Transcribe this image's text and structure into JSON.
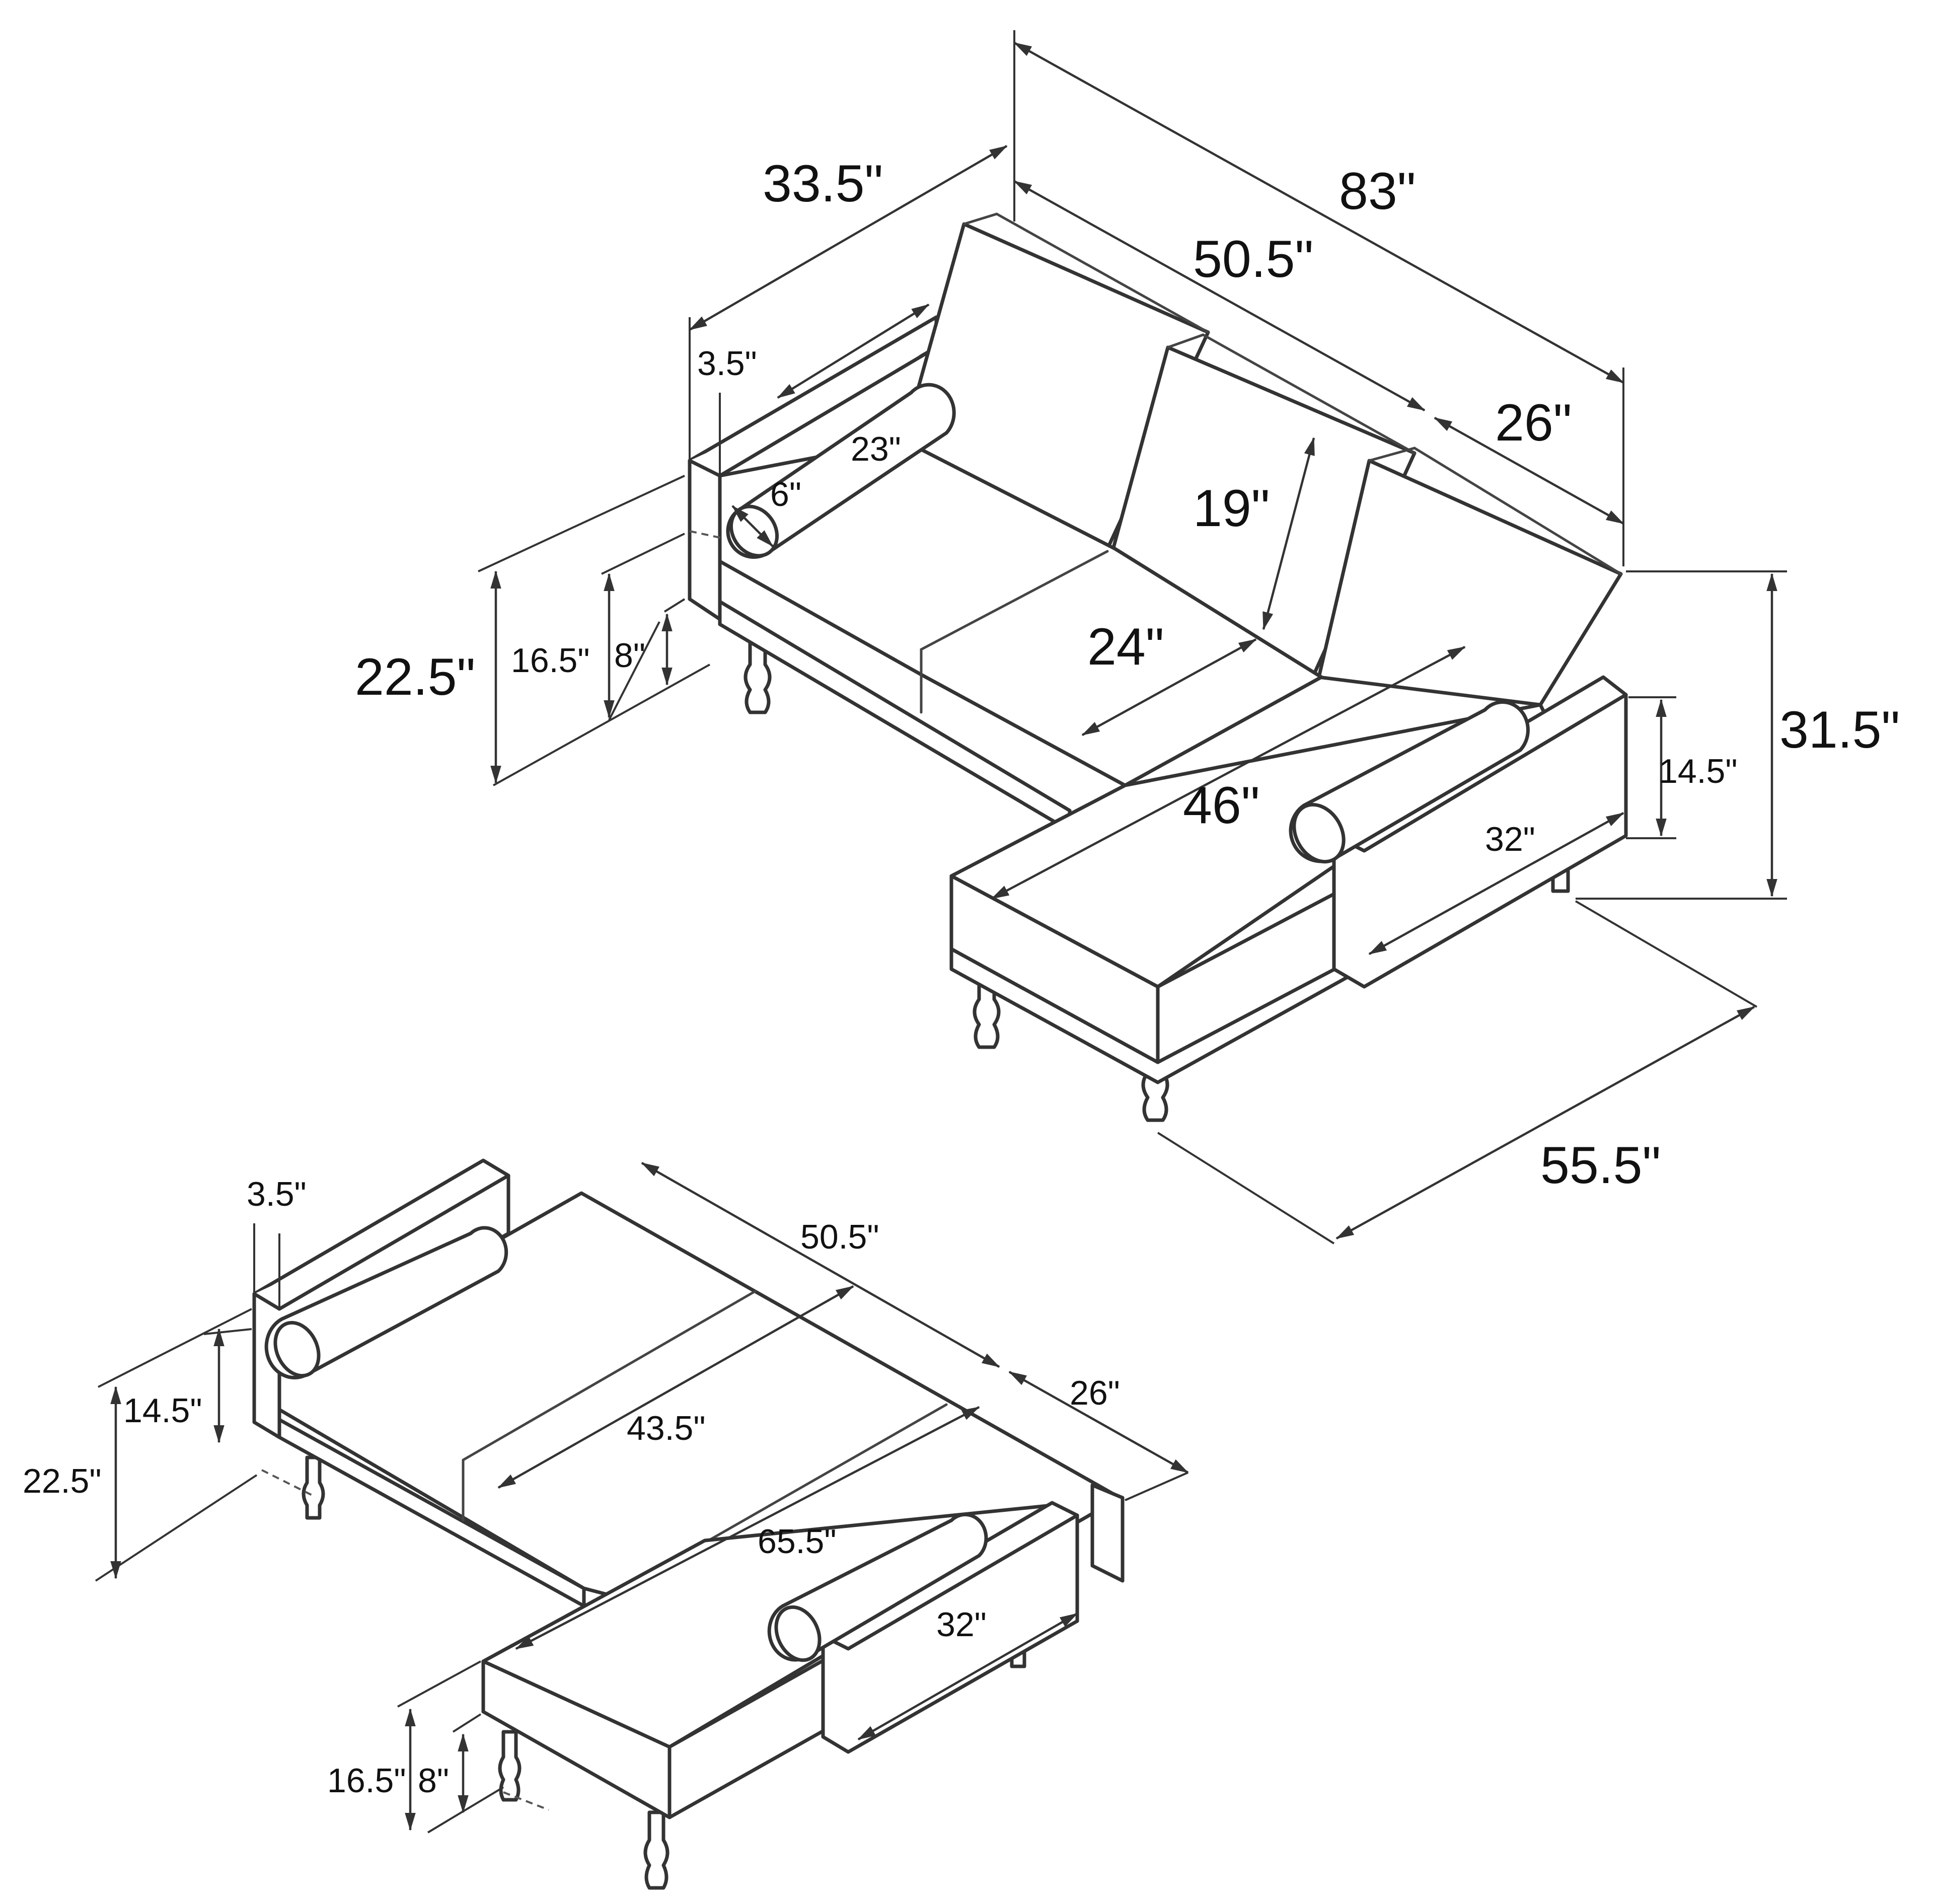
{
  "upright": {
    "overall_length": "83\"",
    "overall_depth": "33.5\"",
    "sofa_section_length": "50.5\"",
    "chaise_width": "26\"",
    "arm_thickness": "3.5\"",
    "bolster_length": "23\"",
    "bolster_diameter": "6\"",
    "back_height": "19\"",
    "seat_depth": "24\"",
    "chaise_inner_length": "46\"",
    "chaise_length": "55.5\"",
    "overall_height": "31.5\"",
    "arm_height": "14.5\"",
    "arm_length": "32\"",
    "total_height": "22.5\"",
    "seat_height": "16.5\"",
    "leg_height": "8\""
  },
  "flat": {
    "arm_thickness": "3.5\"",
    "sofa_section_length": "50.5\"",
    "chaise_width": "26\"",
    "arm_height": "14.5\"",
    "total_height": "22.5\"",
    "bed_width": "43.5\"",
    "bed_length": "65.5\"",
    "arm_length": "32\"",
    "seat_height": "16.5\"",
    "leg_height": "8\""
  }
}
